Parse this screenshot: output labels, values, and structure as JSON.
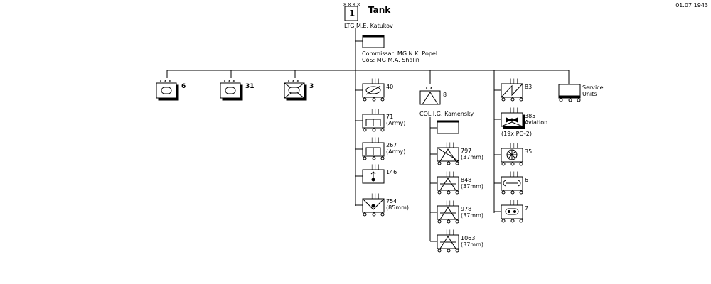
{
  "date": "01.07.1943",
  "hq": {
    "number": "1",
    "title": "Tank",
    "commander": "LTG M.E. Katukov",
    "staff_line1": "Commissar: MG N.K. Popel",
    "staff_line2": "CoS: MG M.A. Shalin"
  },
  "corps": [
    {
      "id": "6"
    },
    {
      "id": "31"
    },
    {
      "id": "3"
    }
  ],
  "army_units": {
    "u40": "40",
    "u71": "71",
    "u71_note": "(Army)",
    "u267": "267",
    "u267_note": "(Army)",
    "u146": "146",
    "u754": "754",
    "u754_note": "(85mm)"
  },
  "aa_division": {
    "number": "8",
    "commander": "COL I.G. Kamensky",
    "regiments": [
      {
        "id": "797",
        "note": "(37mm)"
      },
      {
        "id": "848",
        "note": "(37mm)"
      },
      {
        "id": "978",
        "note": "(37mm)"
      },
      {
        "id": "1063",
        "note": "(37mm)"
      }
    ]
  },
  "signal_units": {
    "u83": "83",
    "u385": "385",
    "u385_note": "Aviation",
    "u385_sub": "(19x PO-2)",
    "u35": "35",
    "u6": "6",
    "u7": "7"
  },
  "service": {
    "line1": "Service",
    "line2": "Units"
  }
}
